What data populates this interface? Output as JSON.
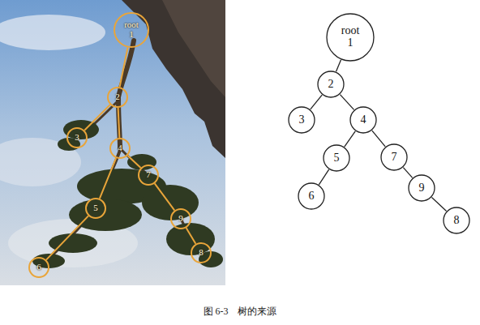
{
  "diagram": {
    "caption": "图 6-3　树的来源",
    "nodes": [
      {
        "text": [
          "root 1"
        ]
      },
      {
        "text": [
          "2"
        ]
      },
      {
        "text": [
          "3"
        ]
      },
      {
        "text": [
          "4"
        ]
      },
      {
        "text": [
          "5"
        ]
      },
      {
        "text": [
          "6"
        ]
      },
      {
        "text": [
          "7"
        ]
      },
      {
        "text": [
          "8"
        ]
      },
      {
        "text": [
          "9"
        ]
      },
      {
        "text": [
          "root 1"
        ]
      },
      {
        "text": [
          "2"
        ]
      },
      {
        "text": [
          "3"
        ]
      },
      {
        "text": [
          "4"
        ]
      },
      {
        "text": [
          "5"
        ]
      },
      {
        "text": [
          "6"
        ]
      },
      {
        "text": [
          "7"
        ]
      },
      {
        "text": [
          "8"
        ]
      },
      {
        "text": [
          "9"
        ]
      }
    ],
    "edges": [
      {
        "from": 0,
        "to": 1,
        "arrow": "none"
      },
      {
        "from": 1,
        "to": 2,
        "arrow": "none"
      },
      {
        "from": 1,
        "to": 3,
        "arrow": "none"
      },
      {
        "from": 3,
        "to": 4,
        "arrow": "none"
      },
      {
        "from": 4,
        "to": 5,
        "arrow": "none"
      },
      {
        "from": 3,
        "to": 6,
        "arrow": "none"
      },
      {
        "from": 6,
        "to": 8,
        "arrow": "none"
      },
      {
        "from": 8,
        "to": 7,
        "arrow": "none"
      },
      {
        "from": 9,
        "to": 10,
        "arrow": "none"
      },
      {
        "from": 10,
        "to": 11,
        "arrow": "none"
      },
      {
        "from": 10,
        "to": 12,
        "arrow": "none"
      },
      {
        "from": 12,
        "to": 13,
        "arrow": "none"
      },
      {
        "from": 13,
        "to": 14,
        "arrow": "none"
      },
      {
        "from": 12,
        "to": 15,
        "arrow": "none"
      },
      {
        "from": 15,
        "to": 17,
        "arrow": "none"
      },
      {
        "from": 17,
        "to": 16,
        "arrow": "none"
      }
    ]
  }
}
